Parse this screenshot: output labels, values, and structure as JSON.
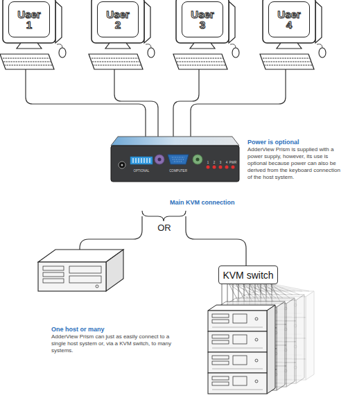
{
  "diagram": {
    "nodes": [
      {
        "text": [
          "User 1"
        ]
      },
      {
        "text": [
          "User 2"
        ]
      },
      {
        "text": [
          "User 3"
        ]
      },
      {
        "text": [
          "User 4"
        ]
      },
      {
        "text": [
          "KVM switch"
        ]
      }
    ],
    "labels": [
      "Power is optional",
      "AdderView Prism is supplied with a power supply, however, its use is optional because power can also be derived from the keyboard connection of the host system.",
      "Main KVM connection",
      "OR",
      "One host or many",
      "AdderView Prism can just as easily connect to a single host system or, via a KVM switch, to many systems.",
      "OPTIONAL",
      "COMPUTER",
      "1",
      "2",
      "3",
      "4",
      "PWR"
    ]
  }
}
